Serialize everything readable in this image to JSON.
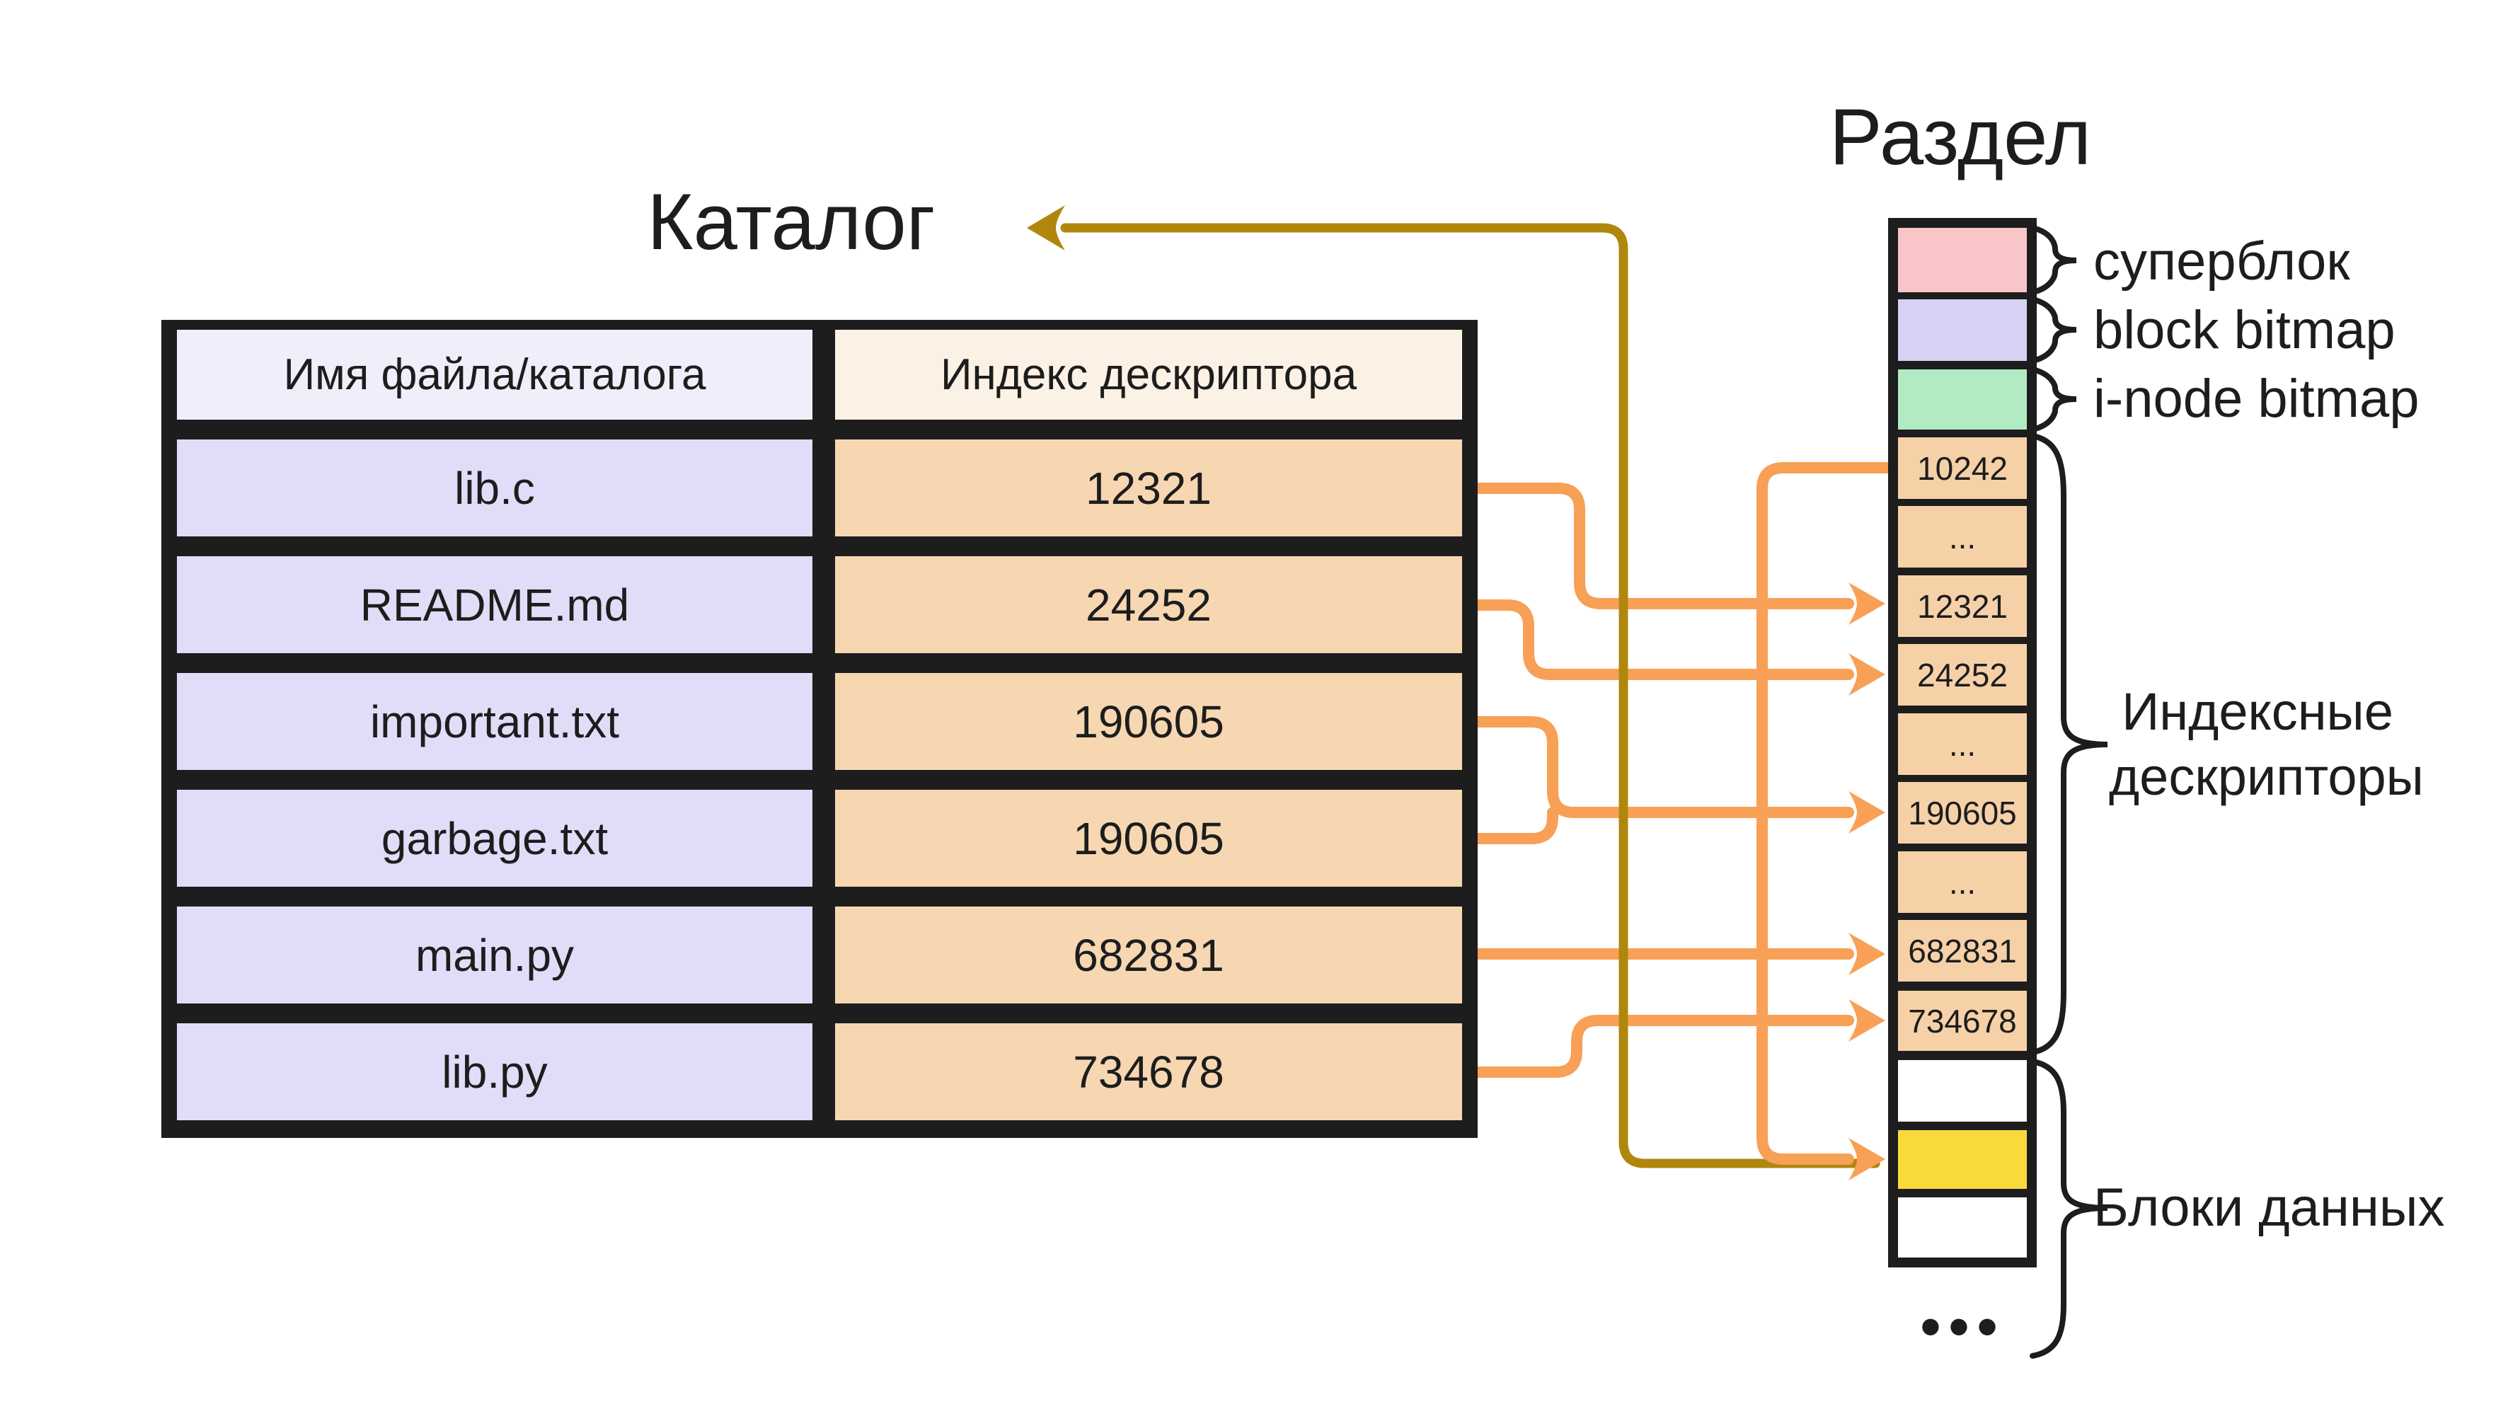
{
  "titles": {
    "directory": "Каталог",
    "partition": "Раздел"
  },
  "table": {
    "headers": {
      "name": "Имя файла/каталога",
      "inode": "Индекс дескриптора"
    },
    "rows": [
      {
        "name": "lib.c",
        "inode": "12321"
      },
      {
        "name": "README.md",
        "inode": "24252"
      },
      {
        "name": "important.txt",
        "inode": "190605"
      },
      {
        "name": "garbage.txt",
        "inode": "190605"
      },
      {
        "name": "main.py",
        "inode": "682831"
      },
      {
        "name": "lib.py",
        "inode": "734678"
      }
    ]
  },
  "partition": {
    "descriptor_values": [
      "10242",
      "...",
      "12321",
      "24252",
      "...",
      "190605",
      "...",
      "682831",
      "734678"
    ],
    "ellipsis": "•••"
  },
  "labels": {
    "superblock": "суперблок",
    "block_bitmap": "block bitmap",
    "inode_bitmap": "i-node bitmap",
    "descriptors_line1": "Индексные",
    "descriptors_line2": "дескрипторы",
    "data_blocks": "Блоки данных"
  },
  "colors": {
    "arrow_orange": "#f8a056",
    "arrow_gold": "#b0870c",
    "ink_black": "#1d1d1d",
    "superblock_pink": "#f9c5c9",
    "bitmap_lavender": "#d7d1f4",
    "inode_bitmap_green": "#b2eac4",
    "descriptor_peach": "#f6d1a7",
    "data_block_yellow": "#f9da3d",
    "table_name_lavender": "#e1dcf7",
    "table_inode_peach": "#f6d7b2"
  }
}
